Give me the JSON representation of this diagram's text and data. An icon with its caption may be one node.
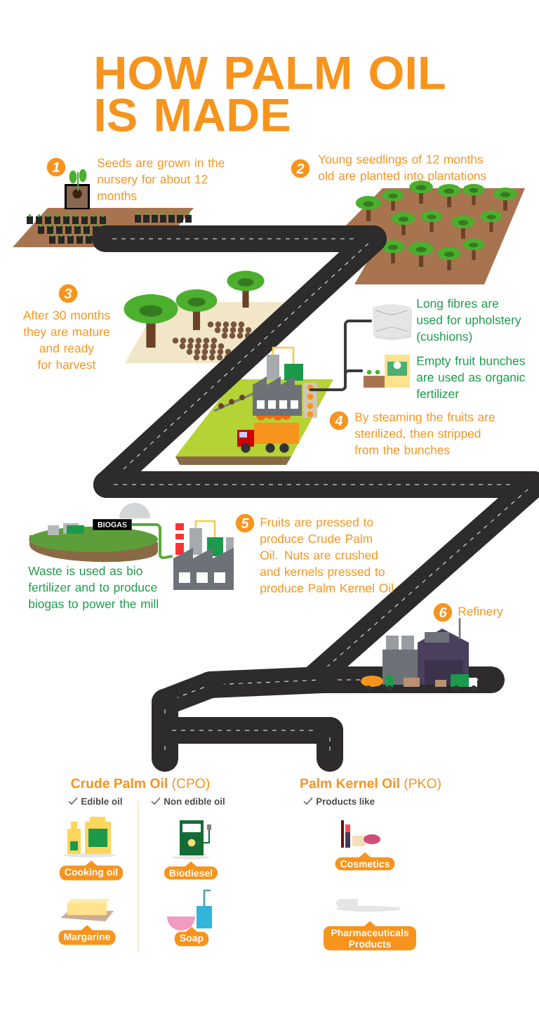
{
  "diagram": {
    "title": "HOW PALM OIL IS MADE",
    "nodes": [
      {
        "text": [
          "1",
          "Seeds are grown in the nursery for about 12 months"
        ]
      },
      {
        "text": [
          "2",
          "Young seedlings of 12 months old are planted into plantations"
        ]
      },
      {
        "text": [
          "3",
          "After 30 months they are mature and ready for harvest"
        ]
      },
      {
        "text": [],
        "shape": "picture"
      },
      {
        "text": [],
        "shape": "picture",
        "beside": [
          "Long fibres are used for upholstery (cushions)"
        ]
      },
      {
        "text": [],
        "shape": "picture",
        "beside": [
          "Empty fruit bunches are used as organic fertilizer"
        ]
      },
      {
        "text": [
          "4",
          "By steaming the fruits are sterilized, then stripped from the bunches"
        ]
      },
      {
        "text": [
          "BIOGAS"
        ],
        "beside": [
          "Waste is used as bio fertilizer and to produce biogas to power the mill"
        ]
      },
      {
        "text": [],
        "shape": "picture"
      },
      {
        "text": [
          "5",
          "Fruits are pressed to produce Crude Palm Oil. Nuts are crushed and kernels pressed to produce Palm Kernel Oil"
        ]
      },
      {
        "text": [
          "6",
          "Refinery"
        ]
      },
      {
        "text": [
          "Cooking oil"
        ]
      },
      {
        "text": [
          "Margarine"
        ]
      },
      {
        "text": [
          "Biodiesel"
        ]
      },
      {
        "text": [
          "Soap"
        ]
      },
      {
        "text": [
          "Cosmetics"
        ]
      },
      {
        "text": [
          "Pharmaceuticals Products"
        ]
      }
    ],
    "edges": [
      {
        "from": 3,
        "to": 4,
        "arrow": "none"
      },
      {
        "from": 3,
        "to": 5,
        "arrow": "none"
      },
      {
        "from": 7,
        "to": 8,
        "arrow": "none",
        "color": "#5aa83a"
      }
    ],
    "labels": [
      "**Crude Palm Oil** (CPO)",
      "Edible oil",
      "Non edible oil",
      "**Palm Kernel Oil** (PKO)",
      "Products like"
    ]
  }
}
